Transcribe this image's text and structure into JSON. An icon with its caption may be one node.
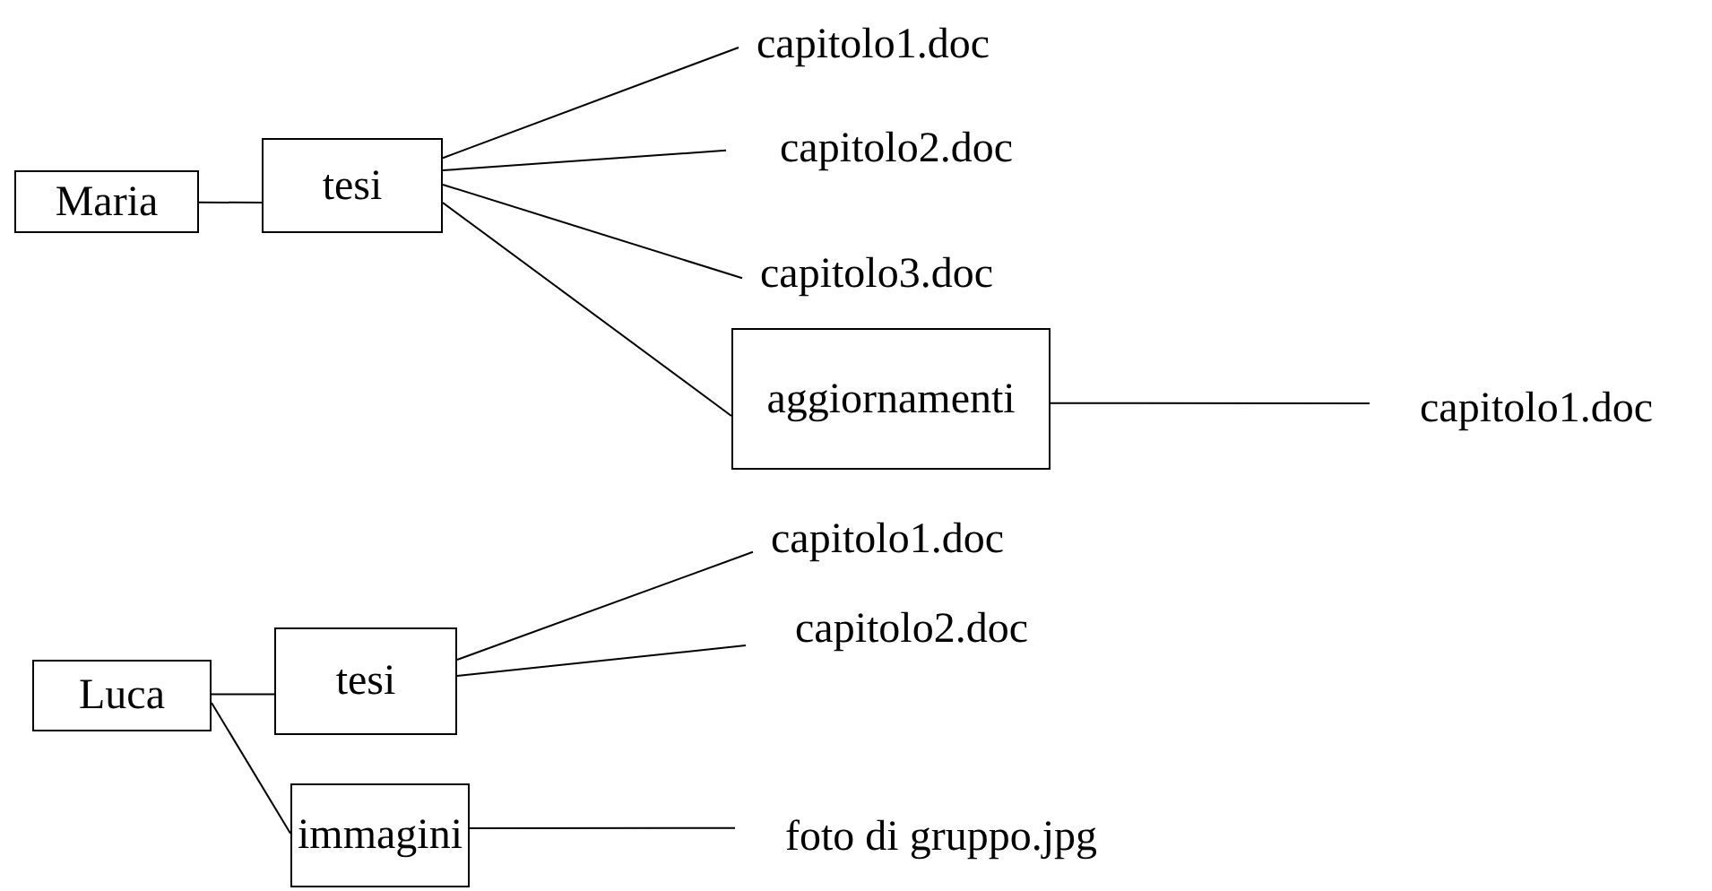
{
  "diagram": {
    "nodes": [
      {
        "text": [
          "Maria"
        ]
      },
      {
        "text": [
          "tesi"
        ]
      },
      {
        "text": [
          "capitolo1.doc"
        ]
      },
      {
        "text": [
          "capitolo2.doc"
        ]
      },
      {
        "text": [
          "capitolo3.doc"
        ]
      },
      {
        "text": [
          "aggiornamenti"
        ]
      },
      {
        "text": [
          "capitolo1.doc"
        ]
      },
      {
        "text": [
          "Luca"
        ]
      },
      {
        "text": [
          "tesi"
        ]
      },
      {
        "text": [
          "capitolo1.doc"
        ]
      },
      {
        "text": [
          "capitolo2.doc"
        ]
      },
      {
        "text": [
          "immagini"
        ]
      },
      {
        "text": [
          "foto di gruppo.jpg"
        ]
      }
    ],
    "edges": [
      {
        "from": 0,
        "to": 1,
        "arrow": "none"
      },
      {
        "from": 1,
        "to": 2,
        "arrow": "none"
      },
      {
        "from": 1,
        "to": 3,
        "arrow": "none"
      },
      {
        "from": 1,
        "to": 4,
        "arrow": "none"
      },
      {
        "from": 1,
        "to": 5,
        "arrow": "none"
      },
      {
        "from": 5,
        "to": 6,
        "arrow": "none"
      },
      {
        "from": 7,
        "to": 8,
        "arrow": "none"
      },
      {
        "from": 8,
        "to": 9,
        "arrow": "none"
      },
      {
        "from": 8,
        "to": 10,
        "arrow": "none"
      },
      {
        "from": 7,
        "to": 11,
        "arrow": "none"
      },
      {
        "from": 11,
        "to": 12,
        "arrow": "none"
      }
    ]
  }
}
